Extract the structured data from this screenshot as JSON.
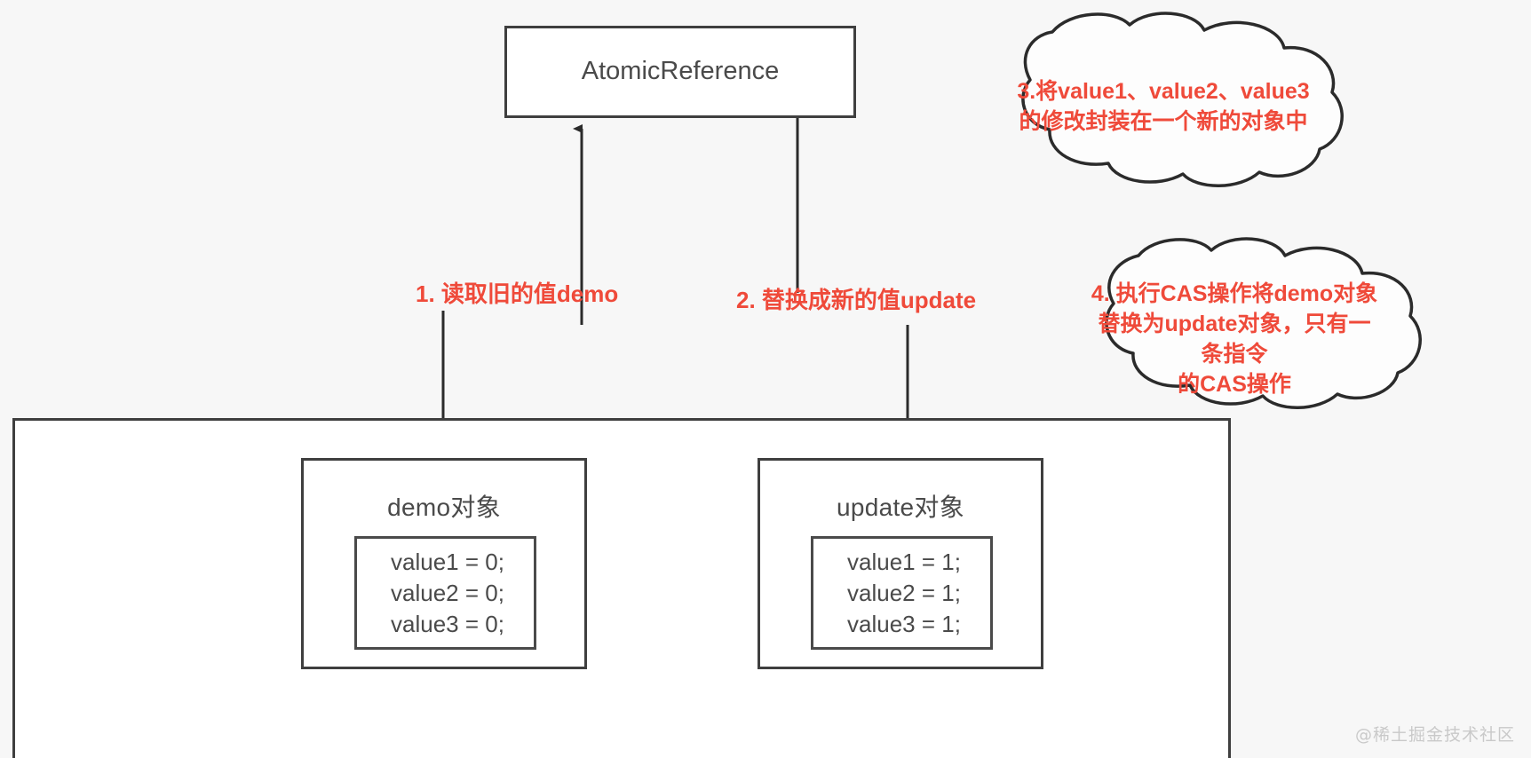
{
  "diagram": {
    "title": "CAS AtomicReference diagram",
    "background_color": "#f7f7f7",
    "accent_color": "#ef4a3a",
    "stroke_color": "#3f3f3f"
  },
  "atomic_reference": {
    "label": "AtomicReference"
  },
  "demo_object": {
    "title": "demo对象",
    "fields": [
      "value1 = 0;",
      "value2 = 0;",
      "value3 = 0;"
    ]
  },
  "update_object": {
    "title": "update对象",
    "fields": [
      "value1 = 1;",
      "value2 = 1;",
      "value3 = 1;"
    ]
  },
  "steps": [
    {
      "id": "step1",
      "text": "1. 读取旧的值demo"
    },
    {
      "id": "step2",
      "text": "2. 替换成新的值update"
    }
  ],
  "callouts": [
    {
      "id": "cloud1",
      "text": "3.将value1、value2、value3\n的修改封装在一个新的对象中"
    },
    {
      "id": "cloud2",
      "text": "4. 执行CAS操作将demo对象\n替换为update对象，只有一条指令\n的CAS操作"
    }
  ],
  "watermark": {
    "text": "@稀土掘金技术社区"
  }
}
